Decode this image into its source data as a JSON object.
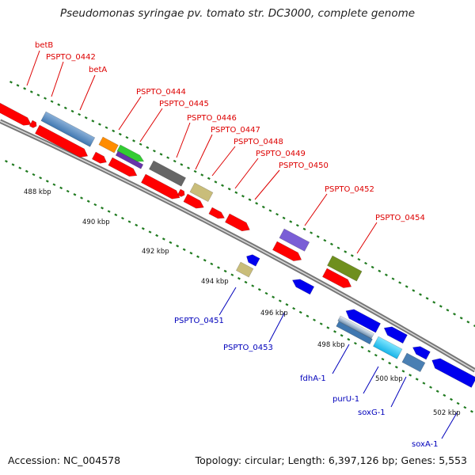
{
  "title": "Pseudomonas syringae pv. tomato str. DC3000, complete genome",
  "footer": {
    "accession": "Accession: NC_004578",
    "topology": "Topology: circular; Length: 6,397,126 bp; Genes: 5,553"
  },
  "colors": {
    "forward_gene": "#ff0000",
    "reverse_gene": "#0000ee",
    "label_forward": "#dd0000",
    "label_reverse": "#0000bb",
    "tick": "#1f7a1f",
    "backbone": "#888888"
  },
  "ticks": [
    {
      "label": "488 kbp"
    },
    {
      "label": "490 kbp"
    },
    {
      "label": "492 kbp"
    },
    {
      "label": "494 kbp"
    },
    {
      "label": "496 kbp"
    },
    {
      "label": "498 kbp"
    },
    {
      "label": "500 kbp"
    },
    {
      "label": "502 kbp"
    }
  ],
  "gene_labels_forward": [
    "betB",
    "PSPTO_0442",
    "betA",
    "PSPTO_0444",
    "PSPTO_0445",
    "PSPTO_0446",
    "PSPTO_0447",
    "PSPTO_0448",
    "PSPTO_0449",
    "PSPTO_0450",
    "PSPTO_0452",
    "PSPTO_0454"
  ],
  "gene_labels_reverse": [
    "PSPTO_0451",
    "PSPTO_0453",
    "fdhA-1",
    "purU-1",
    "soxG-1",
    "soxA-1"
  ]
}
